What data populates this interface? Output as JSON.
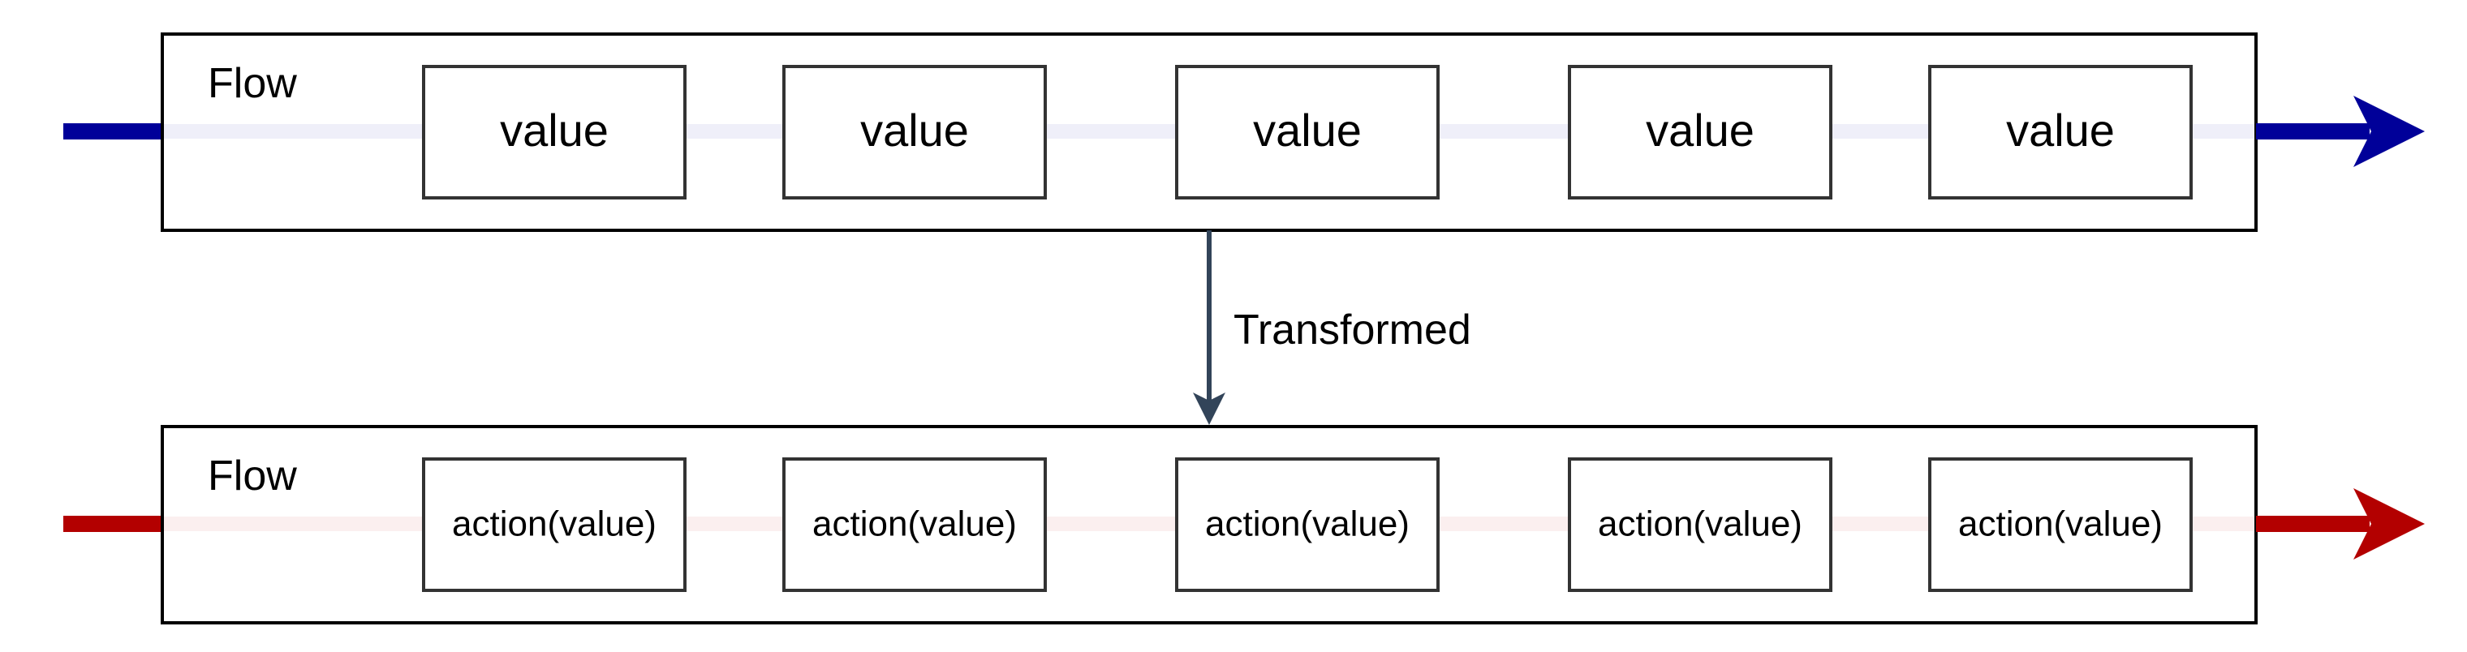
{
  "colors": {
    "input_stream": "#000099",
    "output_stream": "#b30000",
    "input_lane": "#efeff9",
    "output_lane": "#fbefef",
    "connector": "#324459",
    "box_border": "#333333",
    "container_border": "#000000"
  },
  "input_flow": {
    "label": "Flow",
    "items": [
      "value",
      "value",
      "value",
      "value",
      "value"
    ]
  },
  "transform": {
    "label": "Transformed"
  },
  "output_flow": {
    "label": "Flow",
    "items": [
      "action(value)",
      "action(value)",
      "action(value)",
      "action(value)",
      "action(value)"
    ]
  }
}
